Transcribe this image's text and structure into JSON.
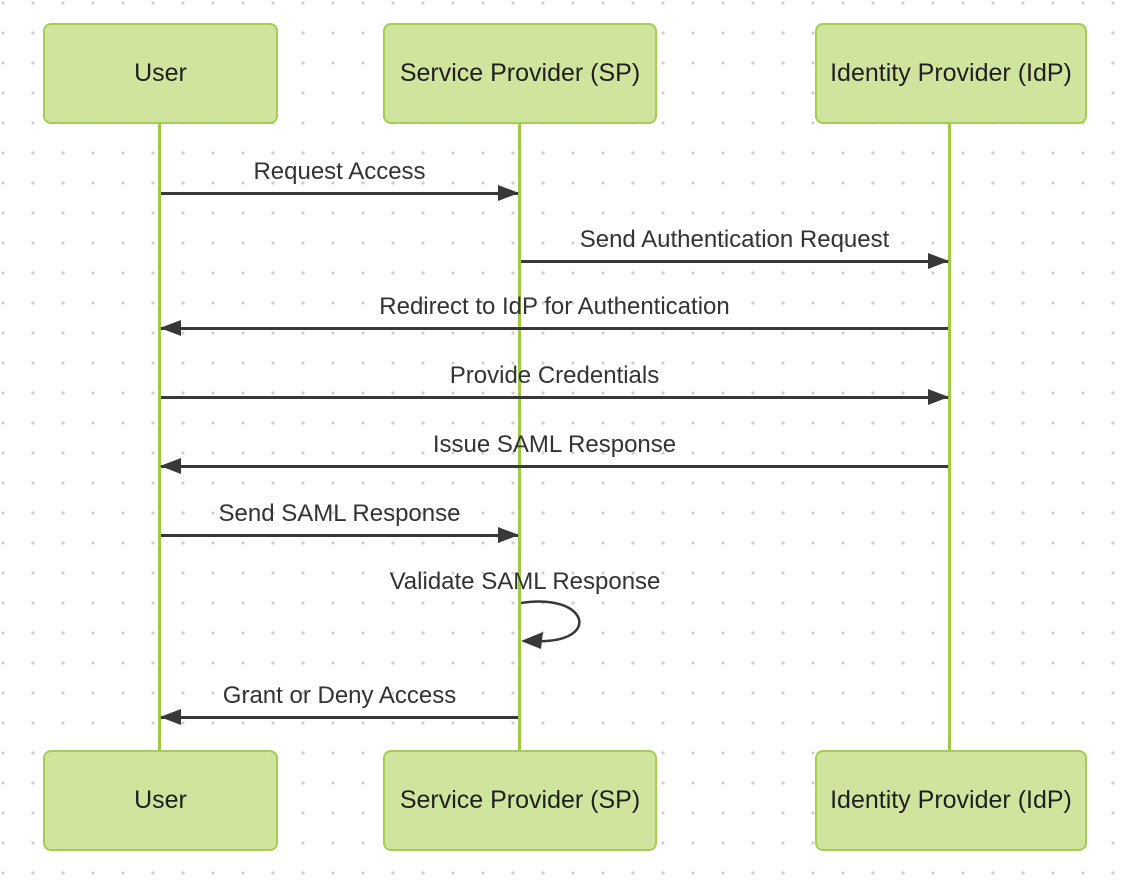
{
  "diagram": {
    "type": "sequence-diagram",
    "topic": "SAML authentication flow"
  },
  "actors": [
    {
      "id": "user",
      "label": "User"
    },
    {
      "id": "sp",
      "label": "Service Provider (SP)"
    },
    {
      "id": "idp",
      "label": "Identity Provider (IdP)"
    }
  ],
  "messages": [
    {
      "from": "User",
      "to": "Service Provider (SP)",
      "label": "Request Access",
      "direction": "right"
    },
    {
      "from": "Service Provider (SP)",
      "to": "Identity Provider (IdP)",
      "label": "Send Authentication Request",
      "direction": "right"
    },
    {
      "from": "Identity Provider (IdP)",
      "to": "User",
      "label": "Redirect to IdP for Authentication",
      "direction": "left"
    },
    {
      "from": "User",
      "to": "Identity Provider (IdP)",
      "label": "Provide Credentials",
      "direction": "right"
    },
    {
      "from": "Identity Provider (IdP)",
      "to": "User",
      "label": "Issue SAML Response",
      "direction": "left"
    },
    {
      "from": "User",
      "to": "Service Provider (SP)",
      "label": "Send SAML Response",
      "direction": "right"
    },
    {
      "from": "Service Provider (SP)",
      "to": "Service Provider (SP)",
      "label": "Validate SAML Response",
      "direction": "self"
    },
    {
      "from": "Service Provider (SP)",
      "to": "User",
      "label": "Grant or Deny Access",
      "direction": "left"
    }
  ],
  "colors": {
    "actor_fill": "#d1e49d",
    "actor_border": "#a5cd55",
    "lifeline": "#9fcb40",
    "arrow": "#383838",
    "message_text": "#333333",
    "actor_text": "#1f1f1f",
    "background": "#ffffff",
    "grid_dot": "#cfcfcf"
  }
}
